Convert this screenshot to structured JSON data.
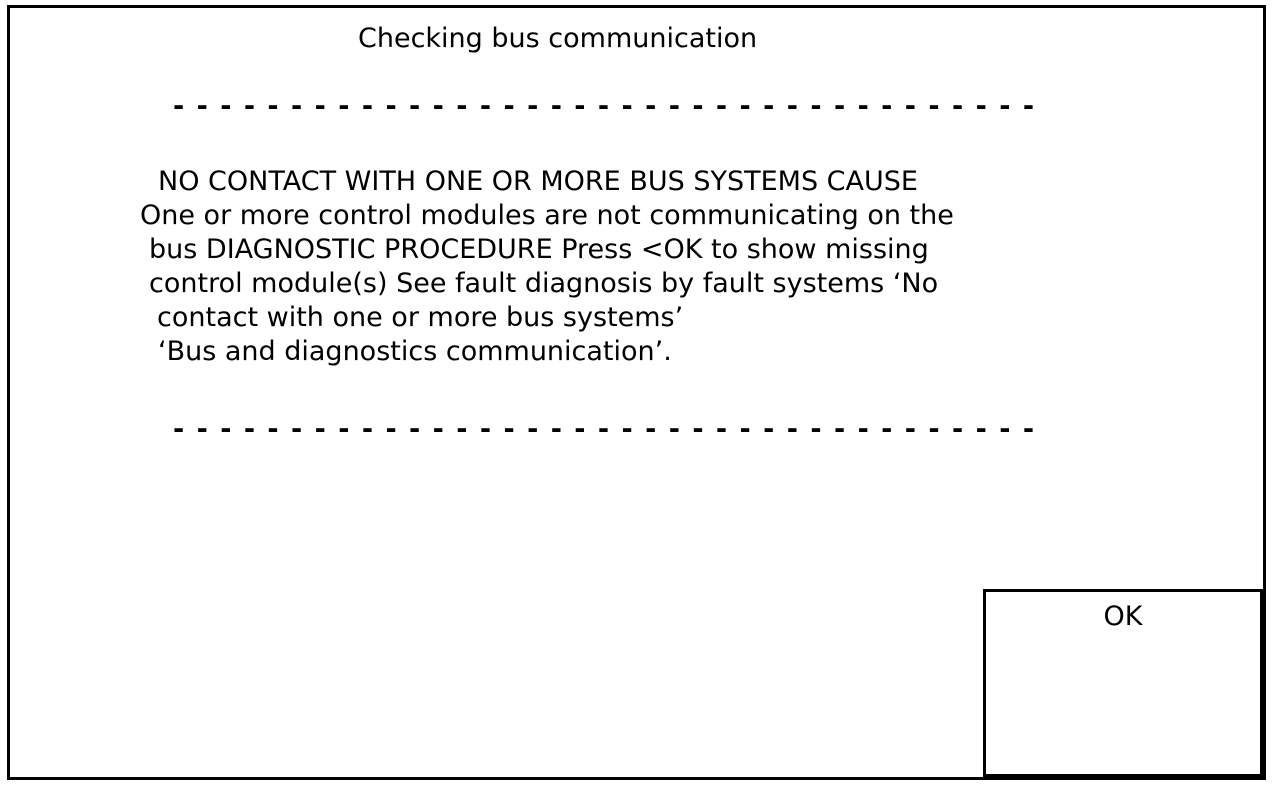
{
  "dialog": {
    "title": "Checking bus communication",
    "separator_dashes": "- - - - - - - - - - - - - - - - - - - - - - - - - - - - - - - - - - - - -",
    "message_lines": [
      "NO CONTACT WITH ONE OR MORE BUS SYSTEMS CAUSE",
      "One or more control modules are not communicating on the",
      "bus DIAGNOSTIC PROCEDURE Press <OK to show missing",
      "control module(s) See fault diagnosis by fault systems ‘No",
      "contact with one or more bus systems’",
      "‘Bus and diagnostics communication’."
    ],
    "ok_button": {
      "label": "OK"
    }
  }
}
